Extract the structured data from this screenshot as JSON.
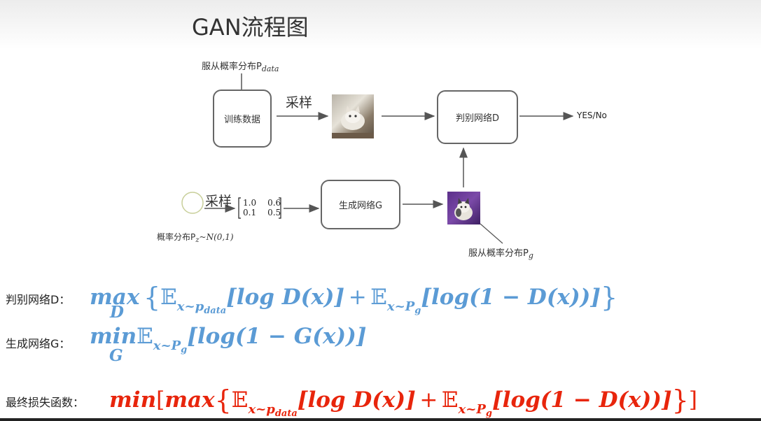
{
  "title": "GAN流程图",
  "diagram": {
    "train_dist_label": "服从概率分布P",
    "train_dist_sub": "data",
    "train_box": "训练数据",
    "sample_top": "采样",
    "disc_box": "判别网络D",
    "output": "YES/No",
    "sample_bottom": "采样",
    "noise_label": "概率分布P",
    "noise_sub": "z",
    "noise_dist": "~N(0,1)",
    "matrix": [
      "1.0",
      "0.6",
      "0.1",
      "0.5"
    ],
    "gen_box": "生成网络G",
    "gen_dist_label": "服从概率分布P",
    "gen_dist_sub": "g"
  },
  "formulas": {
    "d_label": "判别网络D：",
    "g_label": "生成网络G：",
    "loss_label": "最终损失函数：",
    "max": "max",
    "min": "min",
    "D": "D",
    "G": "G",
    "E": "𝔼",
    "x_pdata": "x~p",
    "data": "data",
    "x_pg": "x~P",
    "g": "g",
    "logDx": "[log D(x)]",
    "plus": "+",
    "log1": "[log(1 − D(x))]",
    "log1g": "[log(1 − G(x))]"
  },
  "colors": {
    "blue": "#5b9bd5",
    "red": "#e8250c"
  }
}
